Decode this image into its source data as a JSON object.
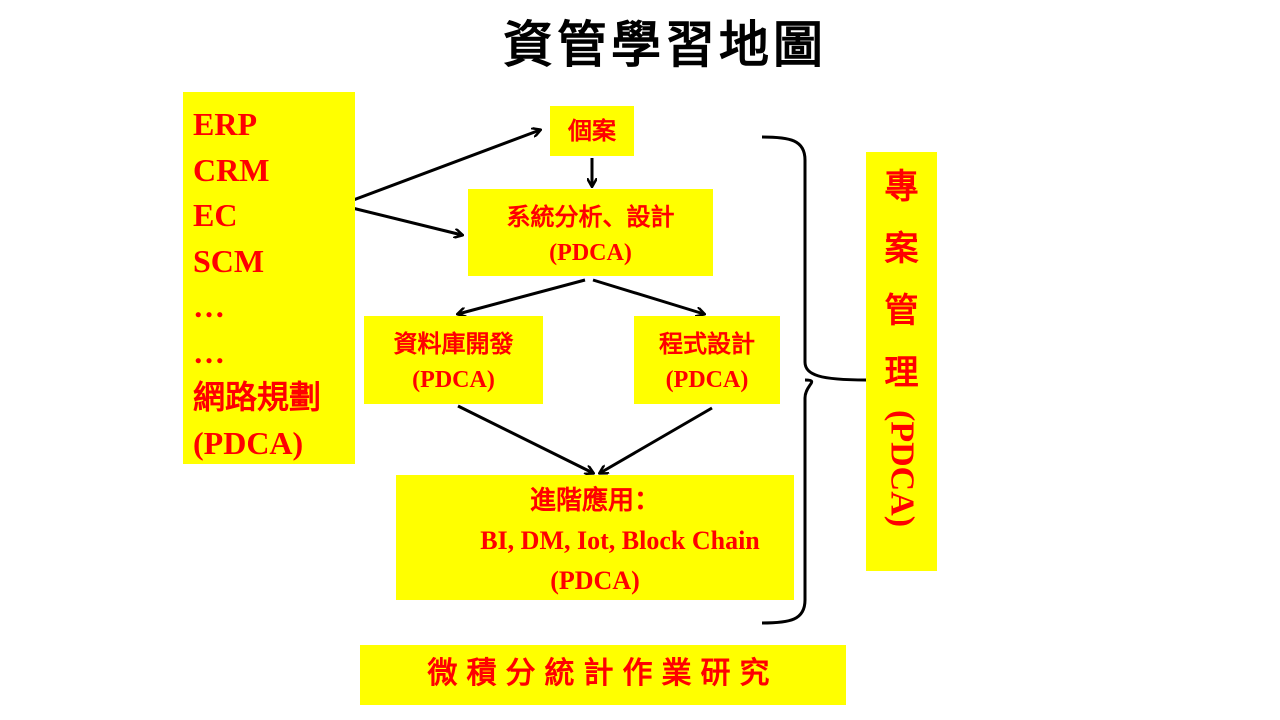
{
  "title": "資管學習地圖",
  "left_box": {
    "lines": [
      "ERP",
      "CRM",
      "EC",
      "SCM",
      "…",
      "…",
      "網路規劃",
      "(PDCA)"
    ]
  },
  "case_box": {
    "label": "個案"
  },
  "sa_box": {
    "line1": "系統分析、設計",
    "line2": "(PDCA)"
  },
  "db_box": {
    "line1": "資料庫開發",
    "line2": "(PDCA)"
  },
  "prog_box": {
    "line1": "程式設計",
    "line2": "(PDCA)"
  },
  "adv_box": {
    "line1": "進階應用：",
    "line2": "BI, DM, Iot, Block Chain",
    "line3": "(PDCA)"
  },
  "pm_box": {
    "chars": [
      "專",
      "案",
      "管",
      "理"
    ],
    "suffix": "(PDCA)"
  },
  "bottom_box": {
    "label": "微積分統計作業研究"
  },
  "colors": {
    "box_fill": "#ffff00",
    "box_text": "#ff0000",
    "arrow": "#000000"
  }
}
